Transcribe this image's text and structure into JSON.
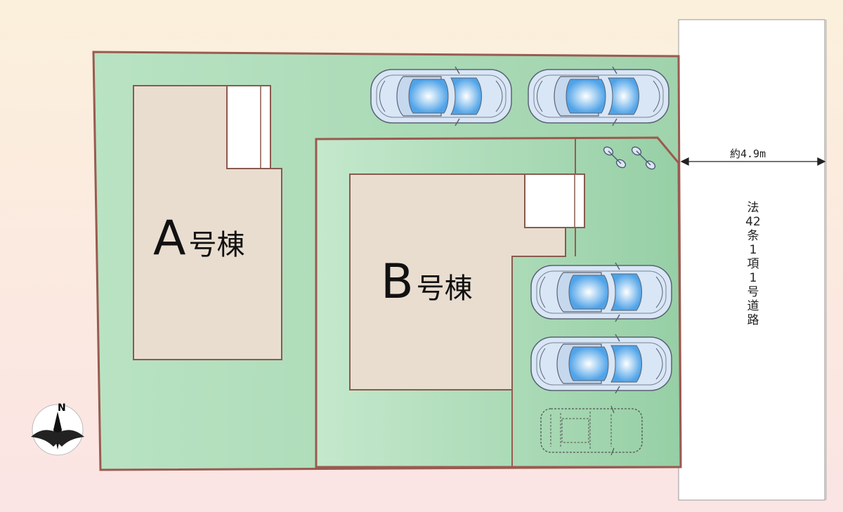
{
  "buildings": {
    "a": {
      "letter": "A",
      "suffix": "号棟"
    },
    "b": {
      "letter": "B",
      "suffix": "号棟"
    }
  },
  "road": {
    "width_label": "約4.9m",
    "type_label": "法42条1項1号道路"
  },
  "compass": {
    "north_label": "N",
    "icon": "compass-icon"
  },
  "colors": {
    "lot_green": "#a4d8b0",
    "lot_border": "#9a5a50",
    "building_fill": "#e9ddd0",
    "car_body": "#cfe0f4",
    "car_glass": "#4fa3e8"
  },
  "parking": {
    "cars_shown": 4,
    "outline_cars": 1,
    "bicycles": 2
  }
}
